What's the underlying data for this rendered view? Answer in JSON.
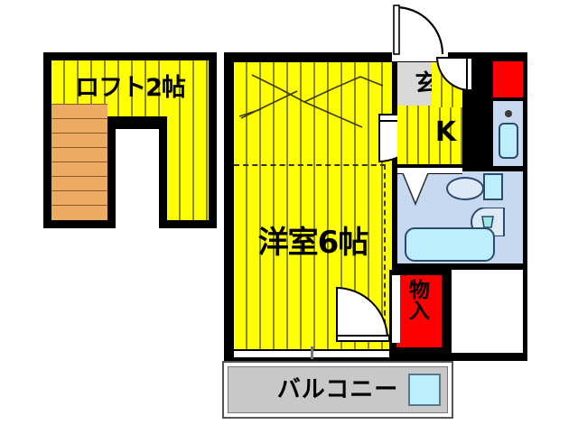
{
  "plan": {
    "title": "Japanese apartment floor plan",
    "rooms": [
      {
        "id": "loft",
        "label": "ロフト2帖",
        "color": "#ffff00"
      },
      {
        "id": "room",
        "label": "洋室6帖",
        "color": "#ffff00"
      },
      {
        "id": "entrance",
        "label": "玄",
        "color": "#d9d9d9"
      },
      {
        "id": "kitchen",
        "label": "K",
        "color": "#ffff00"
      },
      {
        "id": "storage",
        "label": "物\n入",
        "color": "#ff0000"
      },
      {
        "id": "balcony",
        "label": "バルコニー",
        "color": "#c8c8c8"
      }
    ],
    "loft": {
      "label": "ロフト2帖",
      "stairs_count": 8,
      "stair_color": "#eeab63"
    },
    "main_room": {
      "label": "洋室6帖",
      "size_jo": "6帖"
    },
    "entrance": {
      "label": "玄"
    },
    "kitchen": {
      "label": "K",
      "stove_color": "#ff0000",
      "sink_color": "#bdeefc"
    },
    "bath": {
      "fixtures": [
        "bathtub",
        "toilet",
        "washbasin"
      ]
    },
    "storage": {
      "label": "物\n入"
    },
    "balcony": {
      "label": "バルコニー"
    },
    "colors": {
      "wall": "#000000",
      "floor_yellow": "#ffff00",
      "floor_gray": "#d9d9d9",
      "floor_blue": "#c6d9f0",
      "accent_red": "#ff0000",
      "fixture_cyan": "#bdeefc",
      "stair_tan": "#eeab63",
      "balcony_gray": "#c8c8c8"
    }
  }
}
